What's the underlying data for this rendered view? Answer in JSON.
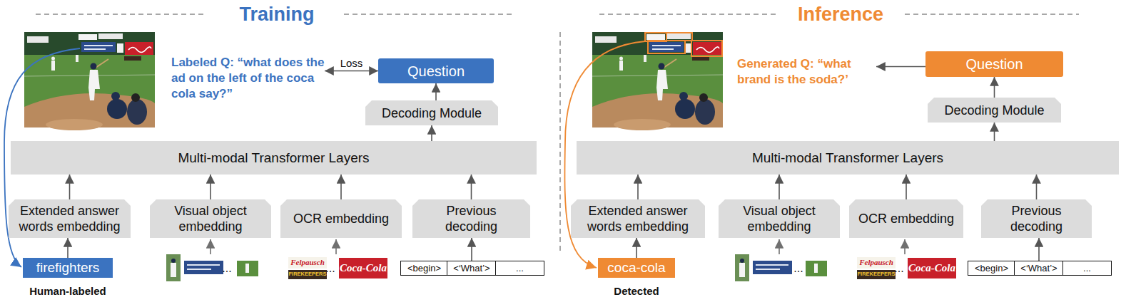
{
  "diagram": {
    "nodes": [
      {
        "text": [
          "Labeled Q: “what does the ad on the left of the coca cola say?”"
        ]
      },
      {
        "text": [
          "Question"
        ]
      },
      {
        "text": [
          "Decoding Module"
        ]
      },
      {
        "text": [
          "Multi-modal Transformer Layers"
        ]
      },
      {
        "text": [
          "Extended answer words embedding"
        ]
      },
      {
        "text": [
          "Visual object embedding"
        ]
      },
      {
        "text": [
          "OCR embedding"
        ]
      },
      {
        "text": [
          "Previous decoding"
        ]
      },
      {
        "text": [
          "firefighters"
        ]
      },
      {
        "text": [
          "<begin>"
        ]
      },
      {
        "text": [
          "<‘What’>"
        ]
      },
      {
        "text": [
          "..."
        ]
      },
      {
        "text": [
          "Generated Q: “what brand is the soda?’"
        ]
      },
      {
        "text": [
          "Question"
        ]
      },
      {
        "text": [
          "Decoding Module"
        ]
      },
      {
        "text": [
          "Multi-modal Transformer Layers"
        ]
      },
      {
        "text": [
          "Extended answer words embedding"
        ]
      },
      {
        "text": [
          "Visual object embedding"
        ]
      },
      {
        "text": [
          "OCR embedding"
        ]
      },
      {
        "text": [
          "Previous decoding"
        ]
      },
      {
        "text": [
          "coca-cola"
        ]
      },
      {
        "text": [
          "<begin>"
        ]
      },
      {
        "text": [
          "<‘What’>"
        ]
      },
      {
        "text": [
          "..."
        ]
      }
    ],
    "edges": [
      {
        "from": 1,
        "to": 0,
        "arrow": "both",
        "label": "Loss"
      },
      {
        "from": 2,
        "to": 1,
        "arrow": "to"
      },
      {
        "from": 3,
        "to": 2,
        "arrow": "to"
      },
      {
        "from": 4,
        "to": 3,
        "arrow": "to"
      },
      {
        "from": 5,
        "to": 3,
        "arrow": "to"
      },
      {
        "from": 6,
        "to": 3,
        "arrow": "to"
      },
      {
        "from": 7,
        "to": 3,
        "arrow": "to"
      },
      {
        "from": 8,
        "to": 4,
        "arrow": "to"
      },
      {
        "from": 10,
        "to": 7,
        "arrow": "to"
      },
      {
        "from": 13,
        "to": 12,
        "arrow": "to"
      },
      {
        "from": 14,
        "to": 13,
        "arrow": "to"
      },
      {
        "from": 15,
        "to": 14,
        "arrow": "to"
      },
      {
        "from": 16,
        "to": 15,
        "arrow": "to"
      },
      {
        "from": 17,
        "to": 15,
        "arrow": "to"
      },
      {
        "from": 18,
        "to": 15,
        "arrow": "to"
      },
      {
        "from": 19,
        "to": 15,
        "arrow": "to"
      },
      {
        "from": 20,
        "to": 16,
        "arrow": "to"
      },
      {
        "from": 22,
        "to": 19,
        "arrow": "to"
      }
    ],
    "labels": [
      "Training",
      "...",
      "Felpausch",
      "FIREKEEPERS",
      "...",
      "Coca-Cola",
      "Human-labeled",
      "Inference",
      "...",
      "Felpausch",
      "FIREKEEPERS",
      "...",
      "Coca-Cola",
      "Detected"
    ]
  }
}
